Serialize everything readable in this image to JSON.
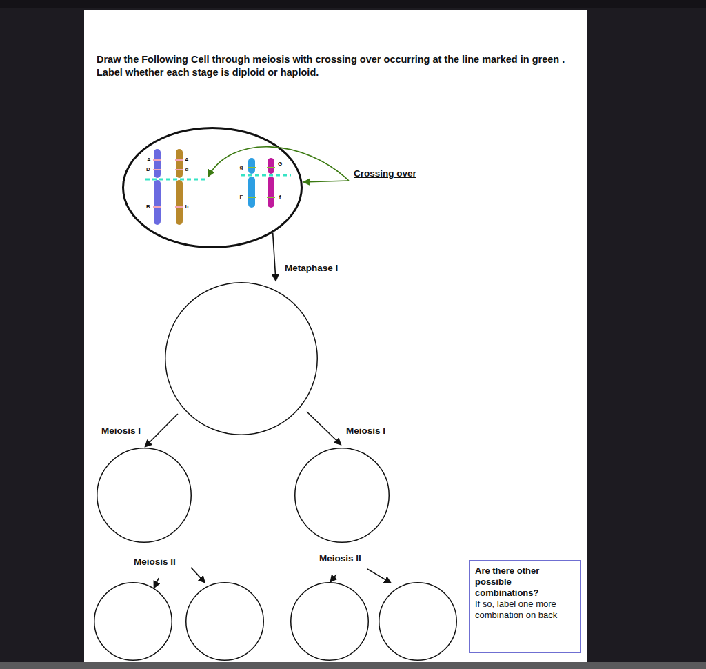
{
  "diagram": {
    "title": "Draw the Following Cell through meiosis with crossing over occurring at the line marked in green . Label whether each stage is diploid or haploid.",
    "nodes": [
      {
        "text": [
          "A",
          "D",
          "B",
          "A",
          "d",
          "b",
          "g",
          "F",
          "G",
          "f"
        ]
      },
      {
        "text": []
      },
      {
        "text": []
      },
      {
        "text": []
      },
      {
        "text": []
      },
      {
        "text": []
      },
      {
        "text": []
      },
      {
        "text": []
      },
      {
        "text": [
          "Are there other possible combinations?",
          "If so, label one more combination on back"
        ]
      }
    ],
    "edges": [
      {
        "from": 0,
        "to": 1,
        "arrow": "to",
        "label": "Metaphase I"
      },
      {
        "from": 1,
        "to": 2,
        "arrow": "to",
        "label": "Meiosis I"
      },
      {
        "from": 1,
        "to": 3,
        "arrow": "to",
        "label": "Meiosis I"
      },
      {
        "from": 2,
        "to": 4,
        "arrow": "to",
        "label": "Meiosis II"
      },
      {
        "from": 2,
        "to": 5,
        "arrow": "to"
      },
      {
        "from": 3,
        "to": 6,
        "arrow": "to",
        "label": "Meiosis II"
      },
      {
        "from": 3,
        "to": 7,
        "arrow": "to"
      }
    ],
    "labels": [
      "Crossing over"
    ]
  }
}
